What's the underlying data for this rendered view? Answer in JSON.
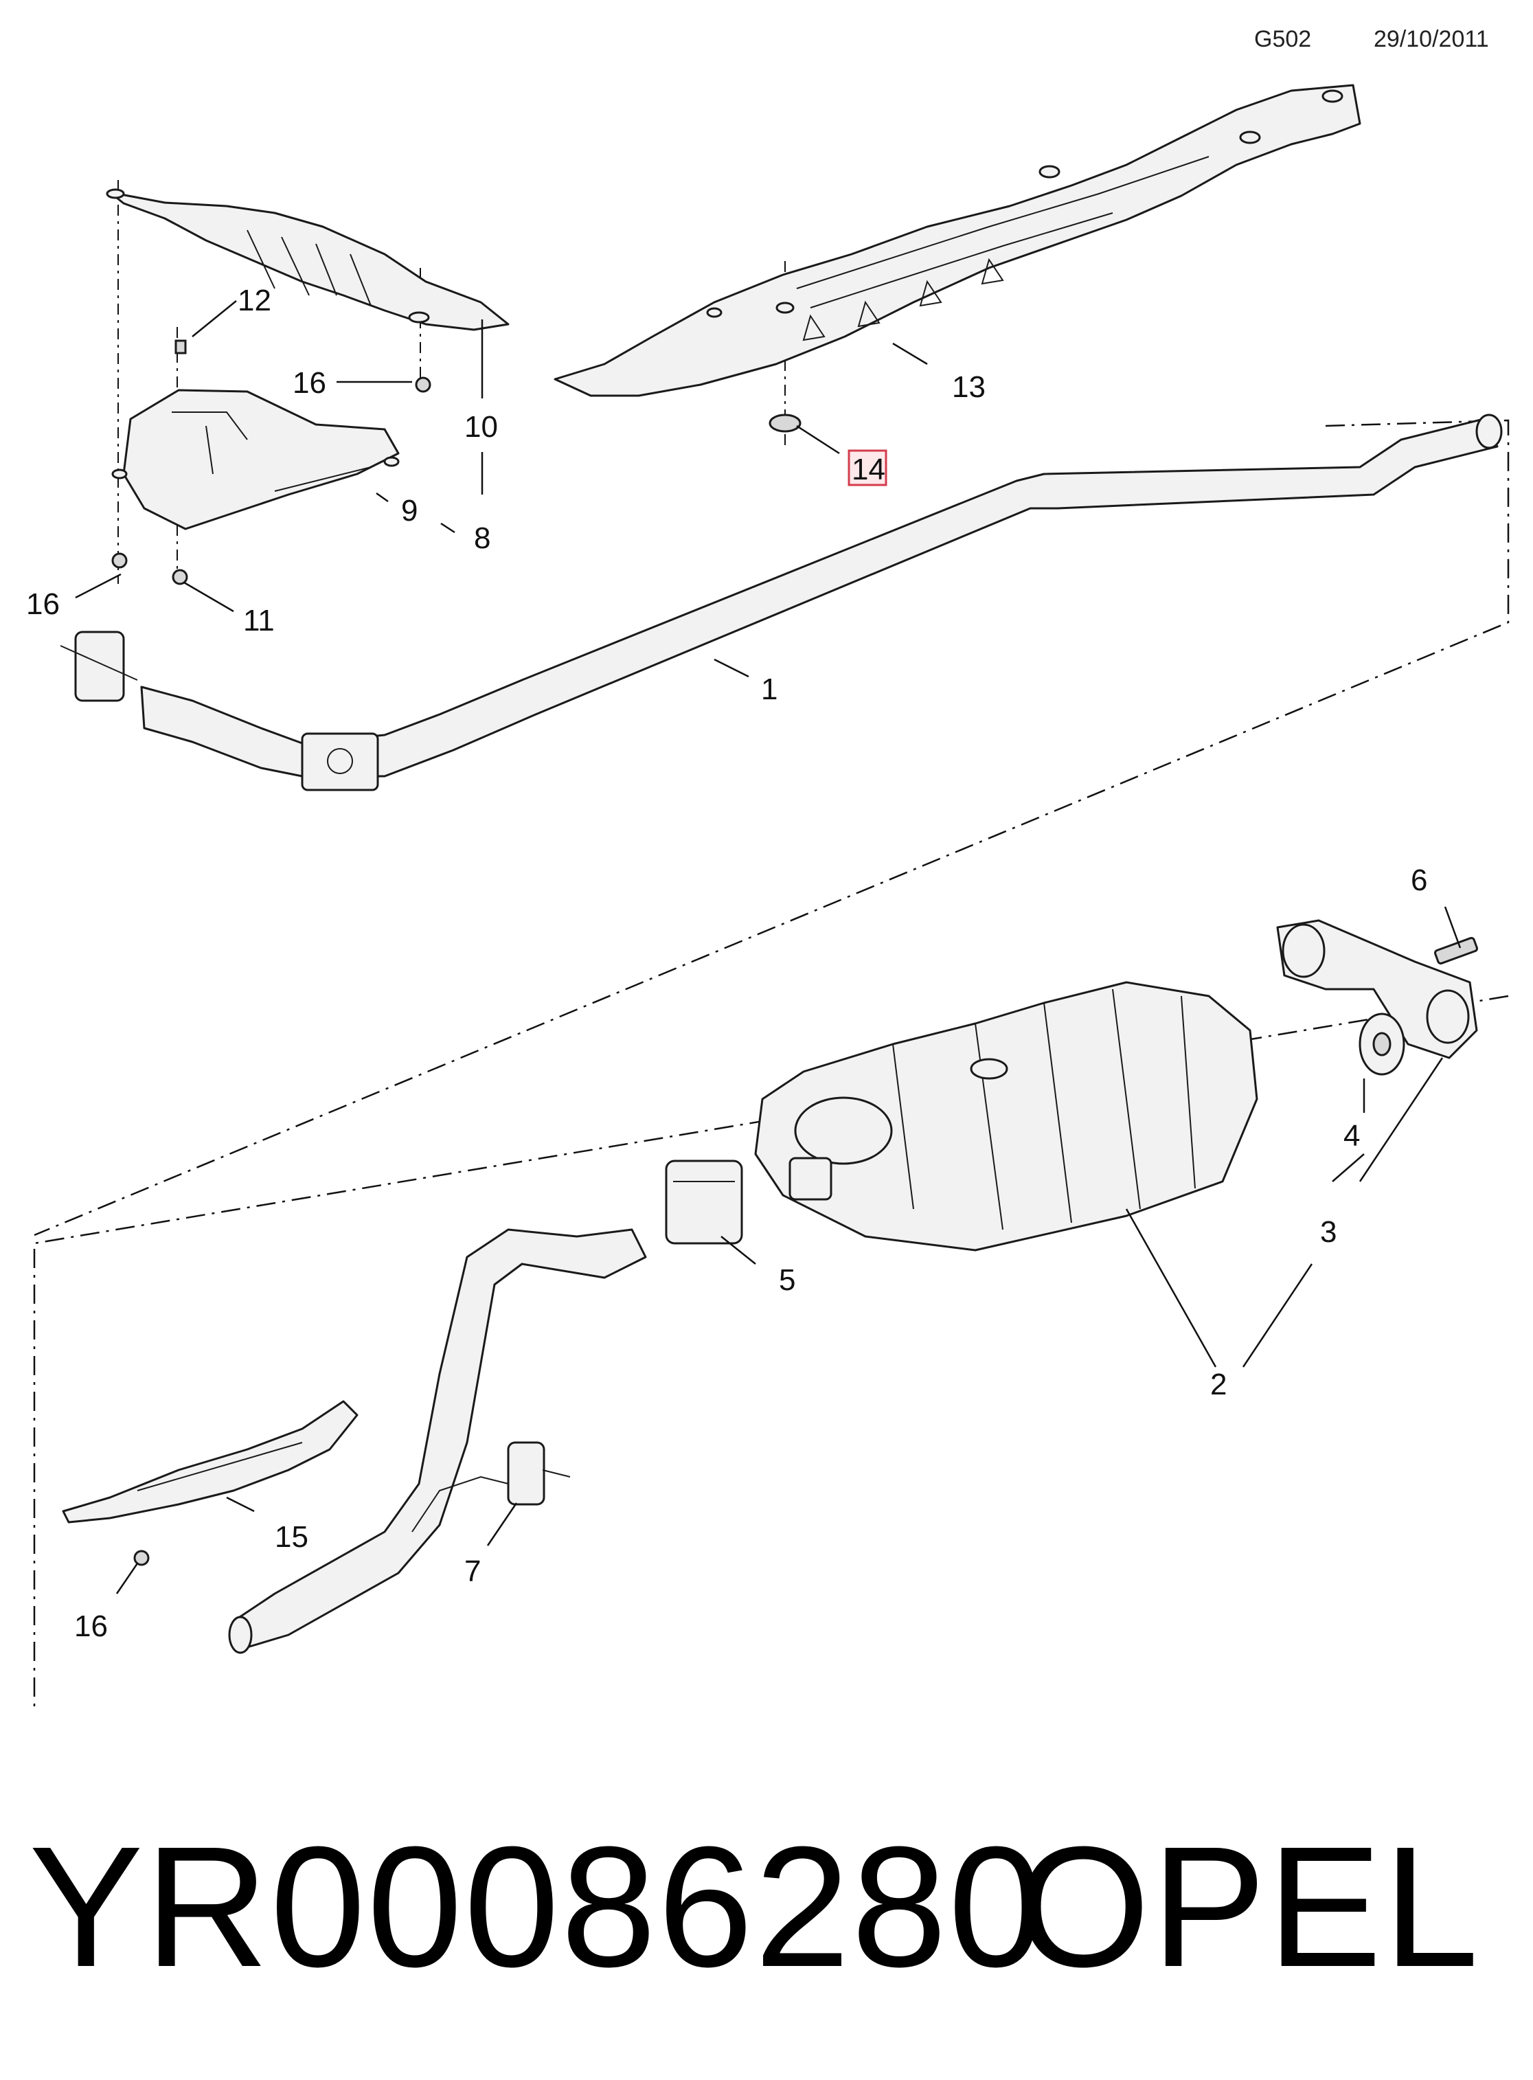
{
  "header": {
    "code": "G502",
    "date": "29/10/2011"
  },
  "callouts": {
    "c1": "1",
    "c2": "2",
    "c3": "3",
    "c4": "4",
    "c5": "5",
    "c6": "6",
    "c7": "7",
    "c8": "8",
    "c9": "9",
    "c10": "10",
    "c11": "11",
    "c12": "12",
    "c13": "13",
    "c14": "14",
    "c15": "15",
    "c16a": "16",
    "c16b": "16",
    "c16c": "16"
  },
  "highlighted_callout": "14",
  "footer": {
    "part_number": "YR00086280",
    "brand": "OPEL"
  },
  "colors": {
    "highlight_border": "#d43c4c",
    "highlight_fill": "#fde8ea",
    "line": "#1a1a1a"
  }
}
